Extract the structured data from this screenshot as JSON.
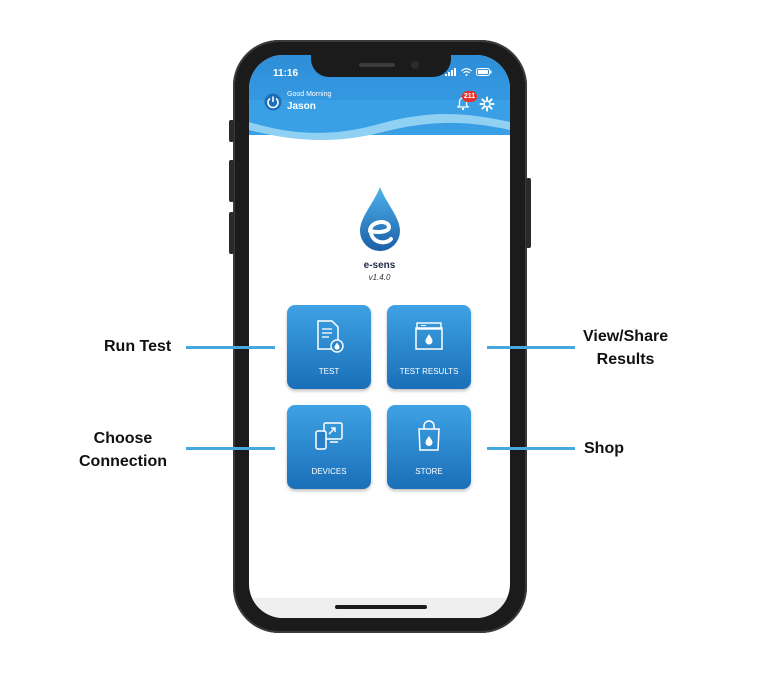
{
  "status_bar": {
    "time": "11:16"
  },
  "header": {
    "greeting": "Good Morning",
    "username": "Jason",
    "notification_count": "211"
  },
  "app": {
    "name": "e-sens",
    "version": "v1.4.0"
  },
  "tiles": [
    {
      "label": "TEST",
      "icon": "document-drop-icon"
    },
    {
      "label": "TEST RESULTS",
      "icon": "folder-drop-icon"
    },
    {
      "label": "DEVICES",
      "icon": "devices-connect-icon"
    },
    {
      "label": "STORE",
      "icon": "shopping-bag-drop-icon"
    }
  ],
  "callouts": {
    "run_test": "Run Test",
    "view_share_line1": "View/Share",
    "view_share_line2": "Results",
    "choose_line1": "Choose",
    "choose_line2": "Connection",
    "shop": "Shop"
  },
  "colors": {
    "header_blue": "#2e8ed8",
    "tile_top": "#3fa2e4",
    "tile_bottom": "#1a6fb8",
    "callout_line": "#45a9e0",
    "badge_red": "#e5322d"
  }
}
